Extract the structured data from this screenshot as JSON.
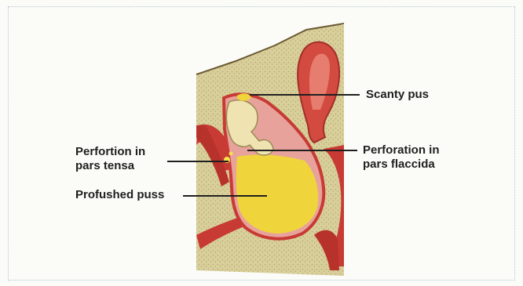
{
  "labels": {
    "scanty_pus": "Scanty pus",
    "perforation_tensa_line1": "Perfortion in",
    "perforation_tensa_line2": "pars tensa",
    "perforation_flaccida_line1": "Perforation in",
    "perforation_flaccida_line2": "pars flaccida",
    "profuse_pus": "Profushed puss"
  },
  "colors": {
    "tissue_background": "#d9cf9b",
    "ear_canal_wall": "#c83a34",
    "ear_canal_lining": "#e27b73",
    "pus": "#f0d43c",
    "ossicles": "#efe3b2",
    "leader_line": "#1f1f1f"
  }
}
